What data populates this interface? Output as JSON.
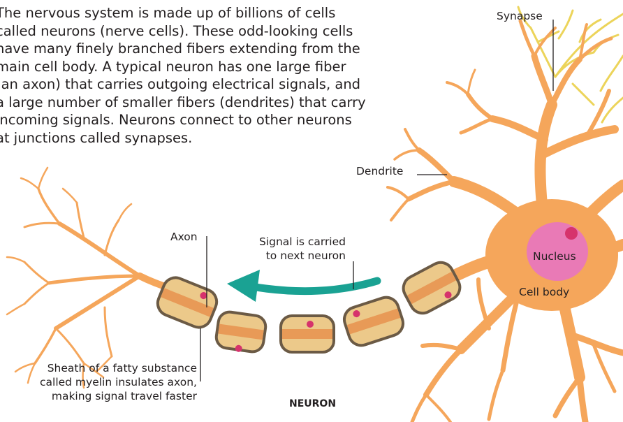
{
  "intro_paragraph": {
    "lines": [
      "The nervous system is made up of billions of cells",
      "called neurons (nerve cells). These odd-looking cells",
      "have many finely branched fibers extending from the",
      "main cell body. A typical neuron has one large fiber",
      "(an axon) that carries outgoing electrical signals, and",
      "a large number of smaller fibers (dendrites) that carry",
      "incoming signals. Neurons connect to other neurons",
      "at junctions called synapses."
    ]
  },
  "labels": {
    "synapse": "Synapse",
    "dendrite": "Dendrite",
    "axon": "Axon",
    "signal": [
      "Signal is carried",
      "to next neuron"
    ],
    "nucleus": "Nucleus",
    "cell_body": "Cell body",
    "sheath": [
      "Sheath of a fatty substance",
      "called myelin insulates axon,",
      "making signal travel faster"
    ],
    "caption": "NEURON"
  },
  "colors": {
    "neuron": "#f5a65b",
    "myelin": "#ecc98a",
    "myelin_outline": "#6b5a45",
    "myelin_band": "#e89a57",
    "node_dot": "#d6336c",
    "nucleus": "#e97ab6",
    "nucleolus": "#d6336c",
    "synapse_fibers": "#ecd45a",
    "arrow": "#1aa293",
    "text": "#231f20"
  },
  "icons": {
    "signal_arrow": "curved-arrow-left-icon"
  }
}
